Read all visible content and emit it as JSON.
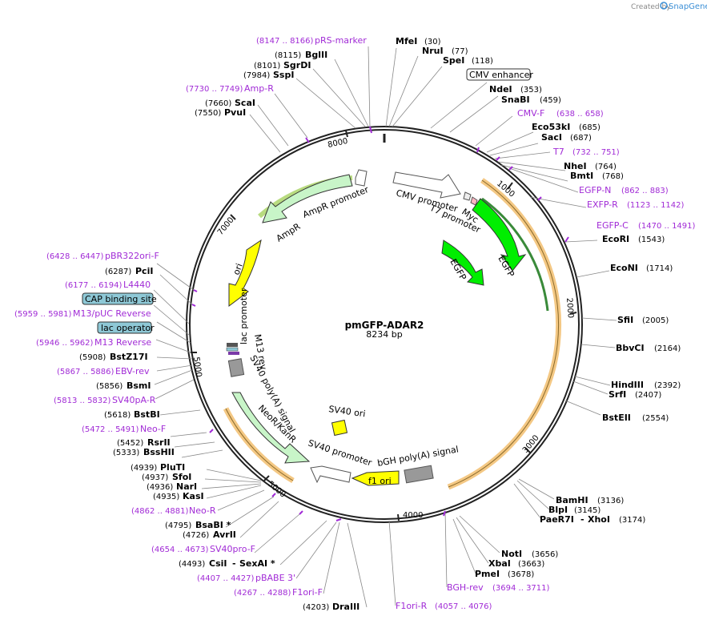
{
  "plasmid": {
    "name": "pmGFP-ADAR2",
    "length": "8234 bp"
  },
  "credit": {
    "prefix": "Created by",
    "brand": "SnapGene"
  },
  "ticks": [
    "1000",
    "2000",
    "3000",
    "4000",
    "5000",
    "5000",
    "7000",
    "8000"
  ],
  "sites_top": [
    {
      "name": "MfeI",
      "pos": "(30)"
    },
    {
      "name": "NruI",
      "pos": "(77)"
    },
    {
      "name": "SpeI",
      "pos": "(118)"
    },
    {
      "name": "CMV enhancer",
      "pos": ""
    },
    {
      "name": "NdeI",
      "pos": "(353)"
    },
    {
      "name": "SnaBI",
      "pos": "(459)"
    }
  ],
  "sites_right": [
    {
      "name": "Eco53kI",
      "pos": "(685)"
    },
    {
      "name": "SacI",
      "pos": "(687)"
    },
    {
      "name": "NheI",
      "pos": "(764)"
    },
    {
      "name": "BmtI",
      "pos": "(768)"
    },
    {
      "name": "EcoRI",
      "pos": "(1543)"
    },
    {
      "name": "EcoNI",
      "pos": "(1714)"
    },
    {
      "name": "SfiI",
      "pos": "(2005)"
    },
    {
      "name": "BbvCI",
      "pos": "(2164)"
    },
    {
      "name": "HindIII",
      "pos": "(2392)"
    },
    {
      "name": "SrfI",
      "pos": "(2407)"
    },
    {
      "name": "BstEII",
      "pos": "(2554)"
    },
    {
      "name": "BamHI",
      "pos": "(3136)"
    },
    {
      "name": "BlpI",
      "pos": "(3145)"
    },
    {
      "name": "PaeR7I",
      "name2": "XhoI",
      "pos": "(3174)"
    },
    {
      "name": "NotI",
      "pos": "(3656)"
    },
    {
      "name": "XbaI",
      "pos": "(3663)"
    },
    {
      "name": "PmeI",
      "pos": "(3678)"
    }
  ],
  "primers_right": [
    {
      "name": "CMV-F",
      "pos": "(638 .. 658)"
    },
    {
      "name": "T7",
      "pos": "(732 .. 751)"
    },
    {
      "name": "EGFP-N",
      "pos": "(862 .. 883)"
    },
    {
      "name": "EXFP-R",
      "pos": "(1123 .. 1142)"
    },
    {
      "name": "EGFP-C",
      "pos": "(1470 .. 1491)"
    },
    {
      "name": "BGH-rev",
      "pos": "(3694 .. 3711)"
    },
    {
      "name": "F1ori-R",
      "pos": "(4057 .. 4076)"
    }
  ],
  "sites_left": [
    {
      "name": "BglII",
      "pos": "(8115)"
    },
    {
      "name": "SgrDI",
      "pos": "(8101)"
    },
    {
      "name": "SspI",
      "pos": "(7984)"
    },
    {
      "name": "ScaI",
      "pos": "(7660)"
    },
    {
      "name": "PvuI",
      "pos": "(7550)"
    },
    {
      "name": "PciI",
      "pos": "(6287)"
    },
    {
      "name": "BstZ17I",
      "pos": "(5908)"
    },
    {
      "name": "BsmI",
      "pos": "(5856)"
    },
    {
      "name": "BstBI",
      "pos": "(5618)"
    },
    {
      "name": "RsrII",
      "pos": "(5452)"
    },
    {
      "name": "BssHII",
      "pos": "(5333)"
    },
    {
      "name": "PluTI",
      "pos": "(4939)"
    },
    {
      "name": "SfoI",
      "pos": "(4937)"
    },
    {
      "name": "NarI",
      "pos": "(4936)"
    },
    {
      "name": "KasI",
      "pos": "(4935)"
    },
    {
      "name": "BsaBI *",
      "pos": "(4795)"
    },
    {
      "name": "AvrII",
      "pos": "(4726)"
    },
    {
      "name": "CsiI",
      "name2": "SexAI *",
      "pos": "(4493)"
    },
    {
      "name": "DraIII",
      "pos": "(4203)"
    }
  ],
  "primers_left": [
    {
      "name": "pRS-marker",
      "pos": "(8147 .. 8166)"
    },
    {
      "name": "Amp-R",
      "pos": "(7730 .. 7749)"
    },
    {
      "name": "pBR322ori-F",
      "pos": "(6428 .. 6447)"
    },
    {
      "name": "L4440",
      "pos": "(6177 .. 6194)"
    },
    {
      "name": "M13/pUC Reverse",
      "pos": "(5959 .. 5981)"
    },
    {
      "name": "M13 Reverse",
      "pos": "(5946 .. 5962)"
    },
    {
      "name": "EBV-rev",
      "pos": "(5867 .. 5886)"
    },
    {
      "name": "SV40pA-R",
      "pos": "(5813 .. 5832)"
    },
    {
      "name": "Neo-F",
      "pos": "(5472 .. 5491)"
    },
    {
      "name": "Neo-R",
      "pos": "(4862 .. 4881)"
    },
    {
      "name": "SV40pro-F",
      "pos": "(4654 .. 4673)"
    },
    {
      "name": "pBABE 3'",
      "pos": "(4407 .. 4427)"
    },
    {
      "name": "F1ori-F",
      "pos": "(4267 .. 4288)"
    }
  ],
  "boxed_labels": [
    "CAP binding site",
    "lac operator"
  ],
  "features": {
    "cmv_promoter": "CMV promoter",
    "t7_promoter": "T7 promoter",
    "myc": "Myc",
    "egfp_outer": "EGFP",
    "egfp_inner": "EGFP",
    "ampr_promoter": "AmpR promoter",
    "ampr": "AmpR",
    "ori": "ori",
    "lac_promoter": "lac promoter",
    "m13_rev": "M13 rev",
    "sv40_polya": "SV40 poly(A) signal",
    "neo": "NeoR/KanR",
    "sv40_promoter": "SV40 promoter",
    "sv40_ori": "SV40 ori",
    "bgh": "bGH poly(A) signal",
    "f1_ori": "f1 ori"
  },
  "colors": {
    "egfp": "#00ee00",
    "ampr": "#c8f5c8",
    "ori": "#ffff00",
    "orf": "#f0b050",
    "orf_inner": "#448844",
    "primer": "#a12bd6",
    "terminator": "#999999",
    "boxed": "#8ec8d6"
  }
}
